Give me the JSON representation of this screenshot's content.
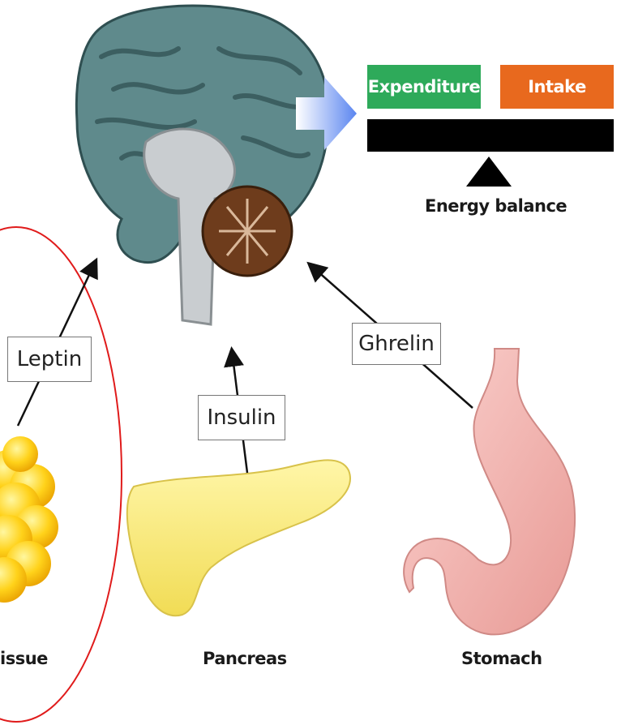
{
  "balance": {
    "left_label": "Expenditure",
    "right_label": "Intake",
    "caption": "Energy balance",
    "left_color": "#2eaa5a",
    "right_color": "#e8691e"
  },
  "hormones": {
    "leptin": "Leptin",
    "insulin": "Insulin",
    "ghrelin": "Ghrelin"
  },
  "organs": {
    "adipose": "issue",
    "pancreas": "Pancreas",
    "stomach": "Stomach"
  },
  "icons": [
    "brain-icon",
    "adipose-tissue-icon",
    "pancreas-icon",
    "stomach-icon",
    "fulcrum-icon",
    "arrow-icon"
  ],
  "highlight_color": "#e01b1b"
}
